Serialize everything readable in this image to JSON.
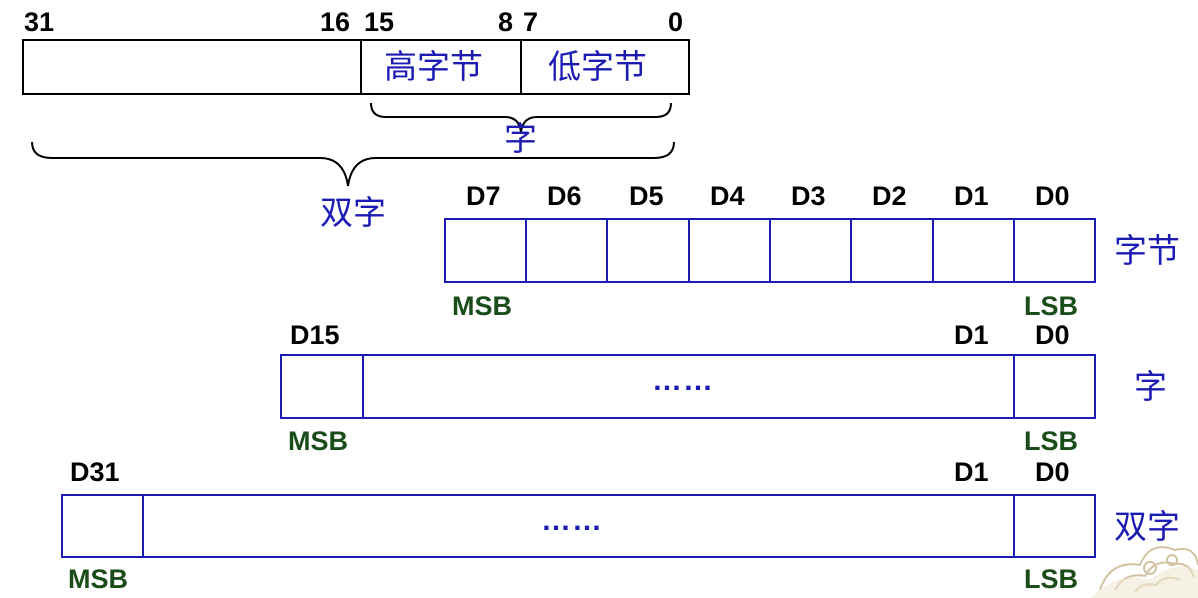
{
  "top": {
    "bit31": "31",
    "bit16": "16",
    "bit15": "15",
    "bit8": "8",
    "bit7": "7",
    "bit0": "0",
    "high_byte": "高字节",
    "low_byte": "低字节",
    "word_brace": "字",
    "dword_brace": "双字"
  },
  "byte_row": {
    "bits": [
      "D7",
      "D6",
      "D5",
      "D4",
      "D3",
      "D2",
      "D1",
      "D0"
    ],
    "msb": "MSB",
    "lsb": "LSB",
    "label": "字节"
  },
  "word_row": {
    "high": "D15",
    "d1": "D1",
    "d0": "D0",
    "ellipsis": "……",
    "msb": "MSB",
    "lsb": "LSB",
    "label": "字"
  },
  "dword_row": {
    "high": "D31",
    "d1": "D1",
    "d0": "D0",
    "ellipsis": "……",
    "msb": "MSB",
    "lsb": "LSB",
    "label": "双字"
  },
  "colors": {
    "blue": "#1c1cb4",
    "msb_green": "#1a4d1a",
    "black": "#000000"
  }
}
